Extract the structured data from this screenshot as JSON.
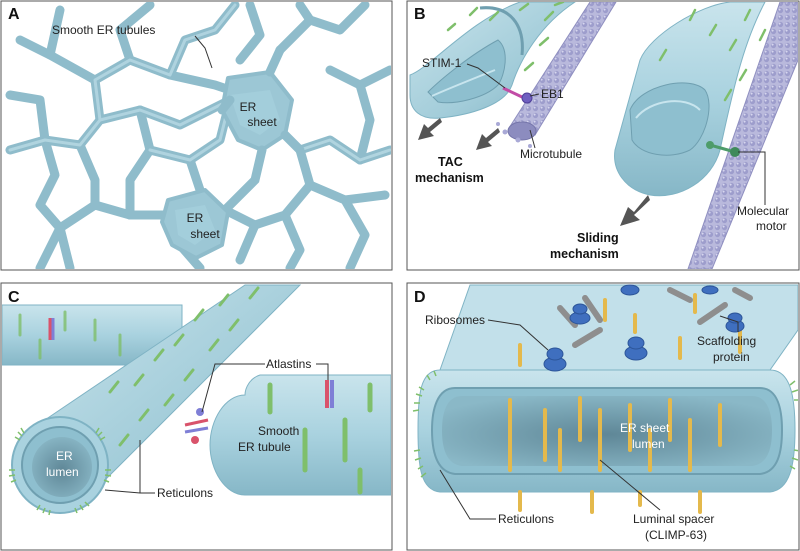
{
  "figure": {
    "colors": {
      "membrane": "#a9d2df",
      "membrane_dark": "#7fb3c4",
      "lumen": "#6f99aa",
      "reticulon": "#7fbf6b",
      "atlastin_red": "#d9536b",
      "atlastin_blue": "#7f7fd6",
      "ribosome": "#3f6fbf",
      "scaffold": "#8e8e8e",
      "spacer": "#e4b94c",
      "microtubule": "#a7a7cf",
      "border": "#555555"
    }
  },
  "panel_a": {
    "letter": "A",
    "smooth_er_tubules": "Smooth ER tubules",
    "er_sheet_1": [
      "ER",
      "sheet"
    ],
    "er_sheet_2": [
      "ER",
      "sheet"
    ]
  },
  "panel_b": {
    "letter": "B",
    "stim1": "STIM-1",
    "eb1": "EB1",
    "microtubule": "Microtubule",
    "tac": [
      "TAC",
      "mechanism"
    ],
    "molecular_motor": [
      "Molecular",
      "motor"
    ],
    "sliding": [
      "Sliding",
      "mechanism"
    ]
  },
  "panel_c": {
    "letter": "C",
    "atlastins": "Atlastins",
    "smooth_er_tubule": [
      "Smooth",
      "ER tubule"
    ],
    "er_lumen": [
      "ER",
      "lumen"
    ],
    "reticulons": "Reticulons"
  },
  "panel_d": {
    "letter": "D",
    "ribosomes": "Ribosomes",
    "scaffolding_protein": [
      "Scaffolding",
      "protein"
    ],
    "er_sheet_lumen": [
      "ER sheet",
      "lumen"
    ],
    "reticulons": "Reticulons",
    "luminal_spacer": [
      "Luminal spacer",
      "(CLIMP-63)"
    ]
  }
}
